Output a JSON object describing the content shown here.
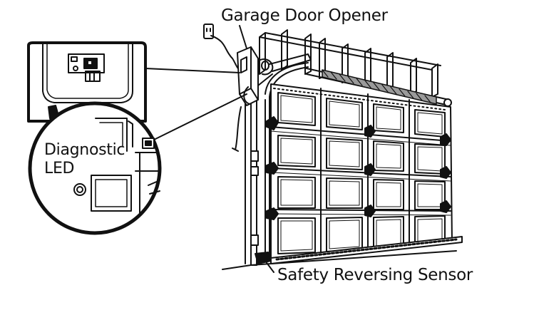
{
  "labels": {
    "opener": "Garage Door Opener",
    "sensor": "Safety Reversing Sensor",
    "diagnostic_line1": "Diagnostic",
    "diagnostic_line2": "LED"
  },
  "colors": {
    "ink": "#111111",
    "background": "#ffffff",
    "spring_fill": "#9a9a9a"
  },
  "door": {
    "rows": 4,
    "columns": 4
  }
}
